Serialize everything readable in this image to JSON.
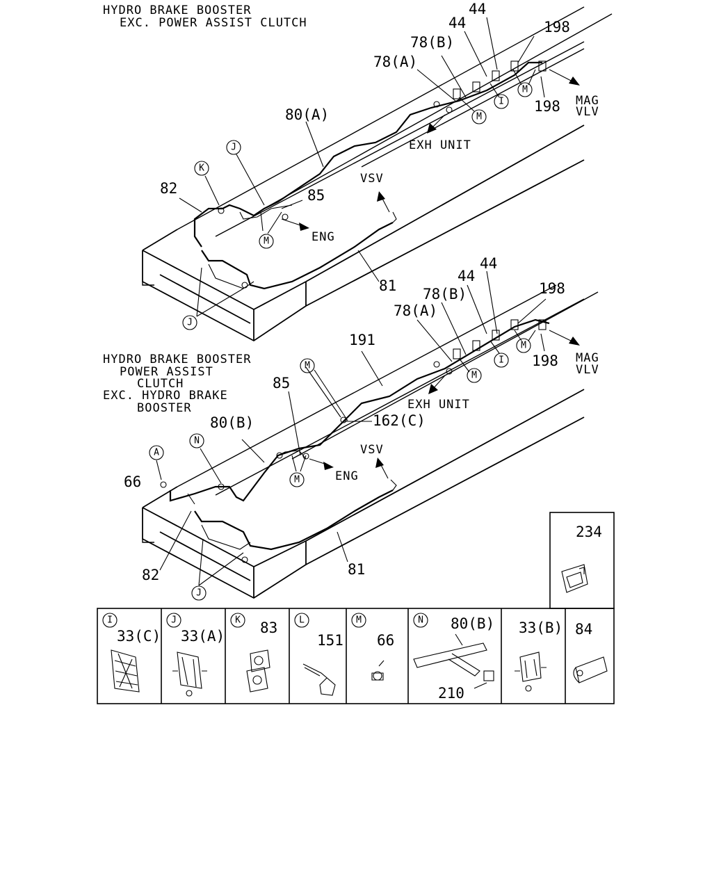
{
  "top_view": {
    "condition_line1": "HYDRO BRAKE BOOSTER",
    "condition_line2": "EXC. POWER ASSIST CLUTCH",
    "part_labels": {
      "p44_upper": "44",
      "p44_lower": "44",
      "p198_upper": "198",
      "p198_lower": "198",
      "p78b": "78(B)",
      "p78a": "78(A)",
      "p80a": "80(A)",
      "p82": "82",
      "p85": "85",
      "p81": "81"
    },
    "destinations": {
      "mag1": "MAG",
      "mag2": "VLV",
      "exh": "EXH UNIT",
      "vsv": "VSV",
      "eng": "ENG"
    },
    "callouts": {
      "k": "K",
      "j_upper": "J",
      "j_lower": "J",
      "m_engine": "M",
      "m_mid": "M",
      "m_mag": "M",
      "i": "I"
    }
  },
  "bottom_view": {
    "condition_line1": "HYDRO BRAKE BOOSTER",
    "condition_line2": "POWER ASSIST",
    "condition_line3": "CLUTCH",
    "condition_line4": "EXC. HYDRO BRAKE",
    "condition_line5": "BOOSTER",
    "part_labels": {
      "p44_upper": "44",
      "p44_lower": "44",
      "p198_upper": "198",
      "p198_lower": "198",
      "p78b": "78(B)",
      "p78a": "78(A)",
      "p191": "191",
      "p162c": "162(C)",
      "p85": "85",
      "p80b": "80(B)",
      "p66": "66",
      "p82": "82",
      "p81": "81"
    },
    "destinations": {
      "mag1": "MAG",
      "mag2": "VLV",
      "exh": "EXH UNIT",
      "vsv": "VSV",
      "eng": "ENG"
    },
    "callouts": {
      "a": "A",
      "n": "N",
      "m_top": "M",
      "m_engine": "M",
      "m_mid": "M",
      "m_mag": "M",
      "i": "I",
      "j": "J"
    }
  },
  "parts_table": {
    "cells": [
      {
        "callout": "I",
        "parts": [
          "33(C)"
        ]
      },
      {
        "callout": "J",
        "parts": [
          "33(A)"
        ]
      },
      {
        "callout": "K",
        "parts": [
          "83"
        ]
      },
      {
        "callout": "L",
        "parts": [
          "151"
        ]
      },
      {
        "callout": "M",
        "parts": [
          "66"
        ]
      },
      {
        "callout": "N",
        "parts": [
          "80(B)",
          "210"
        ]
      },
      {
        "callout": "",
        "parts": [
          "33(B)"
        ]
      },
      {
        "callout": "",
        "parts": [
          "84"
        ]
      }
    ],
    "extra_cell": {
      "parts": [
        "234"
      ]
    }
  }
}
